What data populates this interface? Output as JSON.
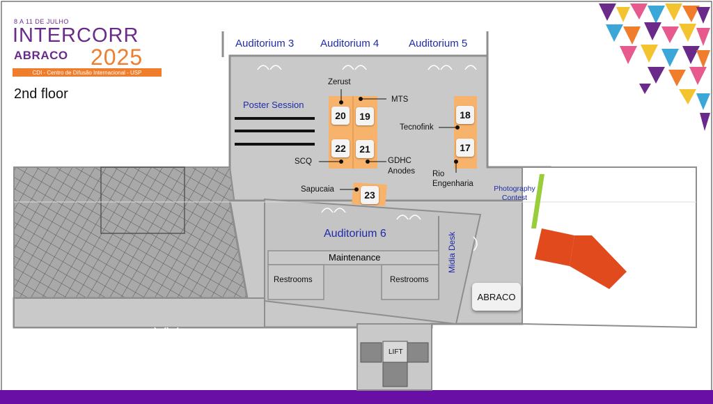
{
  "logo": {
    "date": "8 A 11 DE JULHO",
    "title": "INTERCORR",
    "abraco": "ABRACO",
    "year": "2025",
    "subtitle": "CDI - Centro de Difusão Internacional - USP"
  },
  "floor_label": "2nd floor",
  "rooms": {
    "auditorium_3": "Auditorium 3",
    "auditorium_4": "Auditorium 4",
    "auditorium_5": "Auditorium 5",
    "auditorium_6": "Auditorium 6",
    "poster_session": "Poster Session",
    "maintenance": "Maintenance",
    "restrooms_left": "Restrooms",
    "restrooms_right": "Restrooms",
    "midia_desk": "Midia Desk",
    "photography_contest": "Photography Contest",
    "lift": "LIFT",
    "abraco_desk": "ABRACO"
  },
  "stands": [
    {
      "number": "20",
      "exhibitor": "Zerust"
    },
    {
      "number": "19",
      "exhibitor": "MTS"
    },
    {
      "number": "22",
      "exhibitor": "SCQ"
    },
    {
      "number": "21",
      "exhibitor": "GDHC Anodes"
    },
    {
      "number": "18",
      "exhibitor": "Tecnofink"
    },
    {
      "number": "17",
      "exhibitor": "Rio Engenharia"
    },
    {
      "number": "23",
      "exhibitor": "Sapucaia"
    }
  ],
  "colors": {
    "floor": "#c9c9c9",
    "wall": "#8e8e8e",
    "stand": "#f7b26b",
    "stairs": "#e04a1c",
    "photo_panel": "#9acd3c",
    "brand_purple": "#6a2a8a",
    "brand_orange": "#f07d2c",
    "bottom_bar": "#6a0fa6",
    "auditorium_text": "#1f2aa8"
  }
}
